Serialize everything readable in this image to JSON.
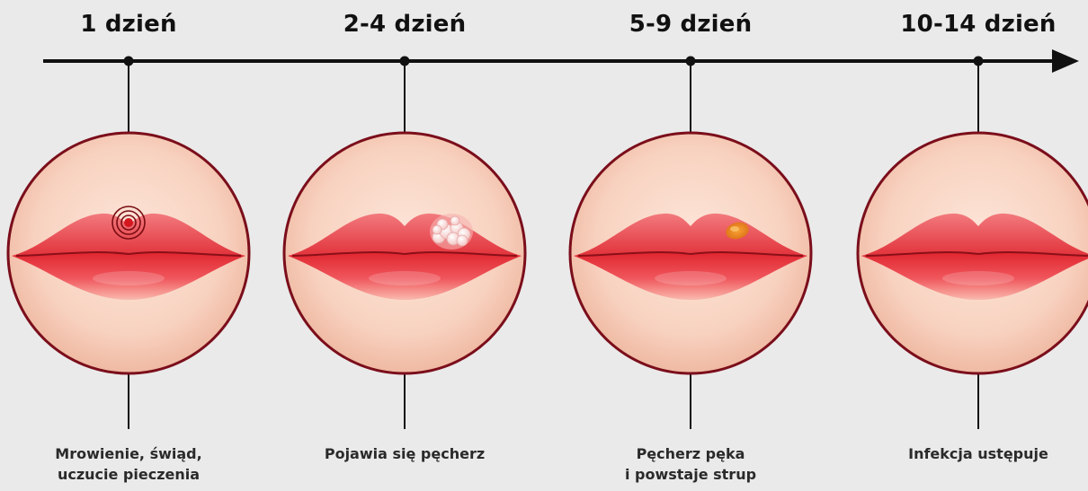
{
  "timeline": {
    "stages": [
      {
        "day_label": "1 dzień",
        "caption": "Mrowienie, świąd,\nuczucie pieczenia",
        "lesion": "tingling-target"
      },
      {
        "day_label": "2-4 dzień",
        "caption": "Pojawia się pęcherz",
        "lesion": "blister-cluster"
      },
      {
        "day_label": "5-9 dzień",
        "caption": "Pęcherz pęka\ni powstaje strup",
        "lesion": "scab"
      },
      {
        "day_label": "10-14 dzień",
        "caption": "Infekcja ustępuje",
        "lesion": "none"
      }
    ]
  },
  "colors": {
    "background": "#eaeaea",
    "timeline_line": "#111111",
    "circle_border": "#7b0e1b",
    "skin": "#f8d2c0",
    "lip_red": "#e8383f",
    "lesion_red": "#d4171f",
    "scab_orange": "#f08a1e"
  }
}
